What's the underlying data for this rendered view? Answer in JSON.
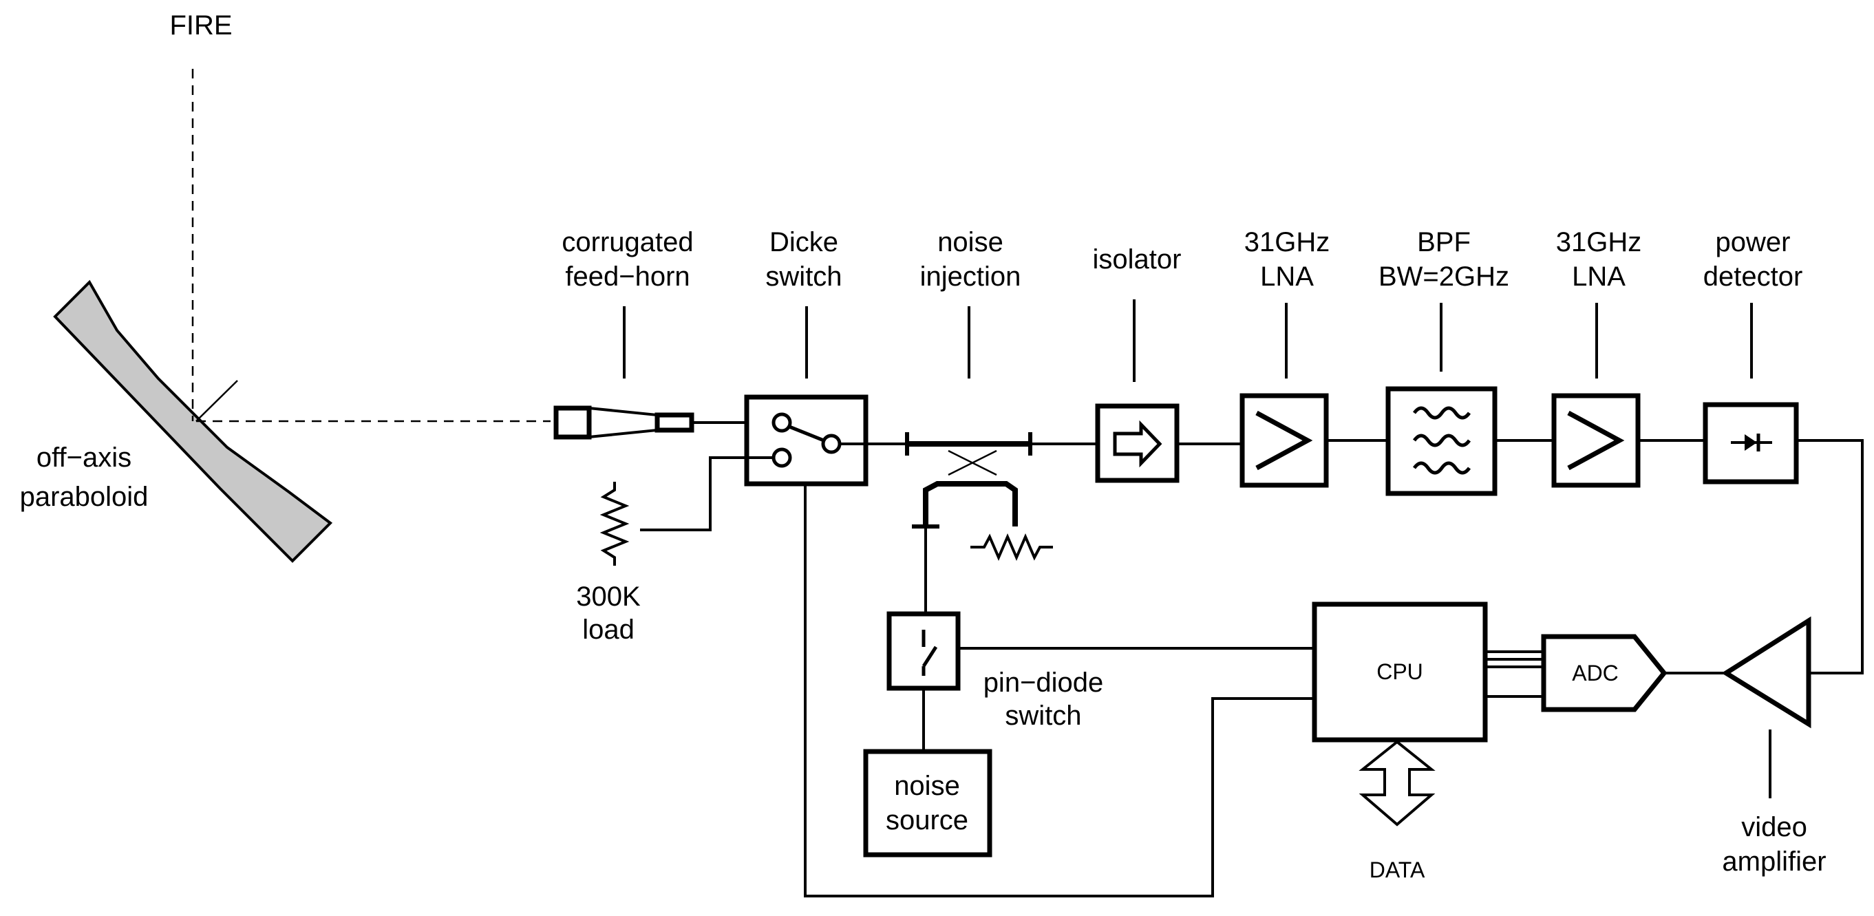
{
  "labels": {
    "fire": "FIRE",
    "mirror_line1": "off−axis",
    "mirror_line2": "paraboloid",
    "horn_line1": "corrugated",
    "horn_line2": "feed−horn",
    "dicke_line1": "Dicke",
    "dicke_line2": "switch",
    "noiseinj_line1": "noise",
    "noiseinj_line2": "injection",
    "isolator": "isolator",
    "lna1_line1": "31GHz",
    "lna1_line2": "LNA",
    "bpf_line1": "BPF",
    "bpf_line2": "BW=2GHz",
    "lna2_line1": "31GHz",
    "lna2_line2": "LNA",
    "detector_line1": "power",
    "detector_line2": "detector",
    "load_line1": "300K",
    "load_line2": "load",
    "pin_line1": "pin−diode",
    "pin_line2": "switch",
    "noisesrc_line1": "noise",
    "noisesrc_line2": "source",
    "cpu": "CPU",
    "adc": "ADC",
    "data": "DATA",
    "video_line1": "video",
    "video_line2": "amplifier"
  },
  "colors": {
    "mirror_fill": "#c8c8c8",
    "line": "#000000",
    "background": "#ffffff"
  }
}
